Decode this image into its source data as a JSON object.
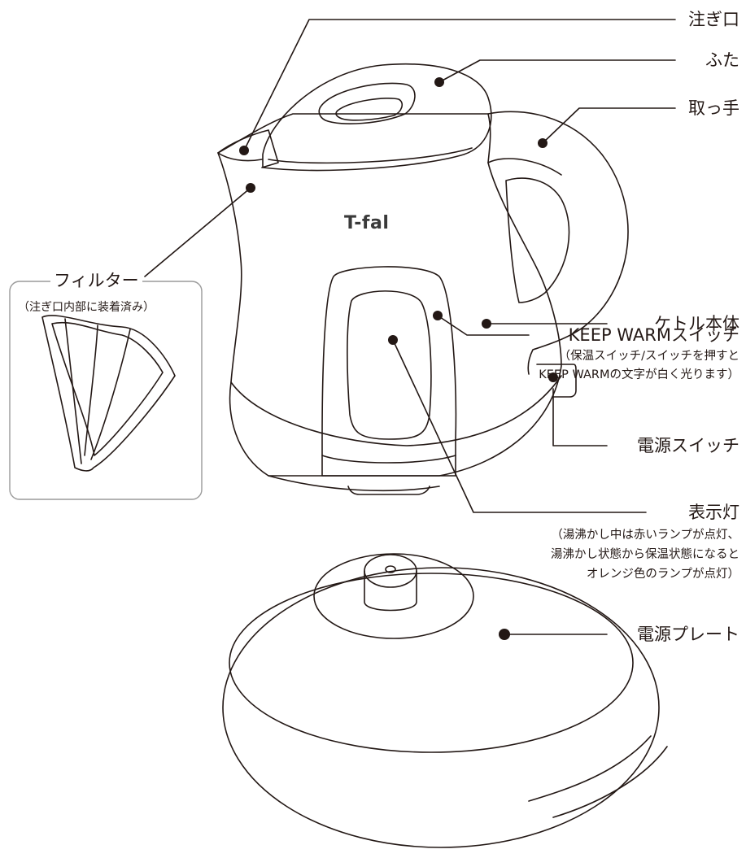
{
  "brand": "T-fal",
  "labels": {
    "spout": "注ぎ口",
    "lid": "ふた",
    "handle": "取っ手",
    "filter": "フィルター",
    "filter_note": "（注ぎ口内部に装着済み）",
    "body": "ケトル本体",
    "power_switch": "電源スイッチ",
    "keep_warm": "KEEP WARMスイッチ",
    "keep_warm_note_1": "（保温スイッチ/スイッチを押すと",
    "keep_warm_note_2": "KEEP WARMの文字が白く光ります）",
    "indicator": "表示灯",
    "indicator_note_1": "（湯沸かし中は赤いランプが点灯、",
    "indicator_note_2": "湯沸かし状態から保温状態になると",
    "indicator_note_3": "オレンジ色のランプが点灯）",
    "plate": "電源プレート"
  },
  "colors": {
    "line": "#231815",
    "dot": "#231815",
    "box": "#9a9a9a"
  }
}
